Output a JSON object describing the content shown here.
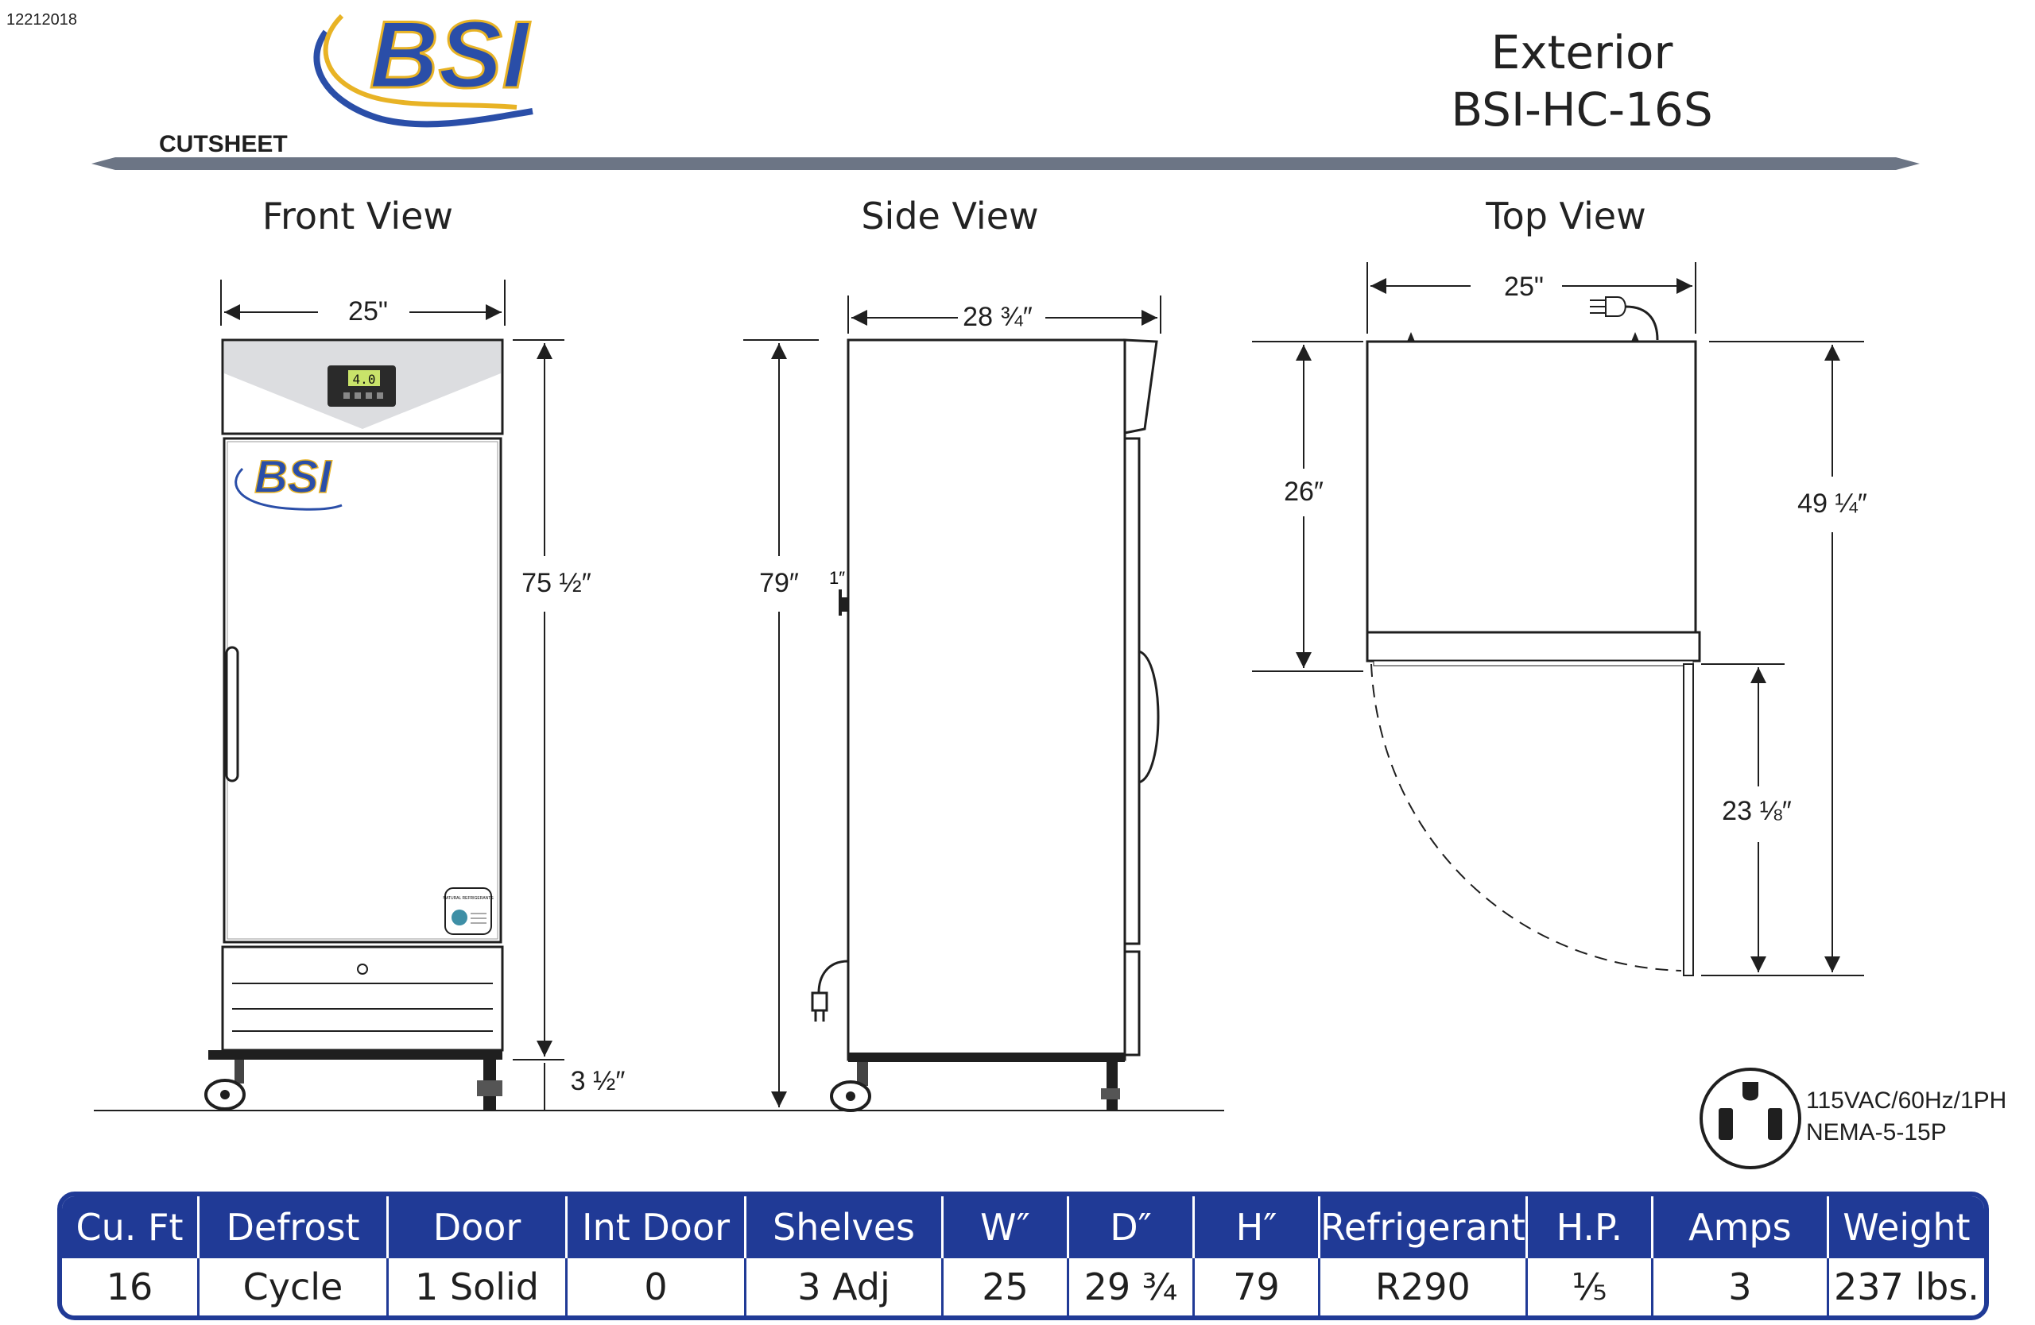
{
  "doc_id": "12212018",
  "logo": {
    "text": "BSI",
    "subtitle": "CUTSHEET"
  },
  "header": {
    "title_line1": "Exterior",
    "title_line2": "BSI-HC-16S"
  },
  "views": {
    "front": {
      "title": "Front View",
      "width": "25\"",
      "height": "75 ½″",
      "base": "3 ½″",
      "display": "4.0",
      "door_logo": "BSI",
      "badge": "NATURAL REFRIGERANTS"
    },
    "side": {
      "title": "Side View",
      "depth": "28 ¾″",
      "height": "79″",
      "inset": "1″"
    },
    "top": {
      "title": "Top View",
      "width": "25\"",
      "depth": "26″",
      "total_depth": "49 ¼″",
      "door_swing": "23 ⅛″"
    }
  },
  "electrical": {
    "line1": "115VAC/60Hz/1PH",
    "line2": "NEMA-5-15P"
  },
  "specs": {
    "headers": [
      "Cu. Ft",
      "Defrost",
      "Door",
      "Int Door",
      "Shelves",
      "W″",
      "D″",
      "H″",
      "Refrigerant",
      "H.P.",
      "Amps",
      "Weight"
    ],
    "values": [
      "16",
      "Cycle",
      "1 Solid",
      "0",
      "3 Adj",
      "25",
      "29 ¾",
      "79",
      "R290",
      "⅕",
      "3",
      "237 lbs."
    ]
  },
  "colors": {
    "table_blue": "#203a96",
    "logo_blue": "#2a4ea8",
    "logo_gold": "#e8b325",
    "rule_gray": "#6c7585"
  }
}
